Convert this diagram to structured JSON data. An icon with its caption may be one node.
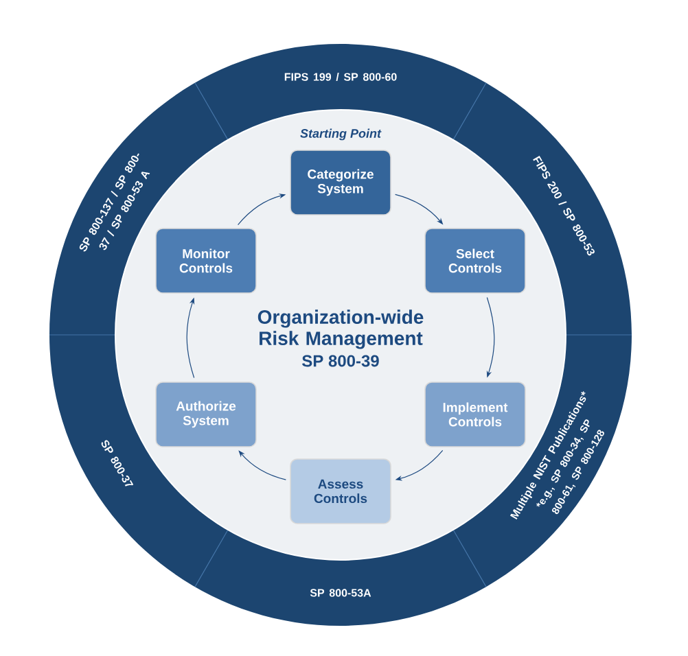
{
  "diagram": {
    "nodes": [
      {
        "text": [
          "FIPS 199 / SP 800-60"
        ]
      },
      {
        "text": [
          "FIPS 200 / SP 800-53"
        ]
      },
      {
        "text": [
          "Multiple NIST Publications*",
          "*e.g., SP 800-34, SP 800-61, SP 800-128"
        ]
      },
      {
        "text": [
          "SP 800-53A"
        ]
      },
      {
        "text": [
          "SP 800-37"
        ]
      },
      {
        "text": [
          "SP 800-137 / SP 800-37 / SP 800-53 A"
        ]
      },
      {
        "text": [
          "Organization-wide Risk Management",
          "SP 800-39"
        ]
      },
      {
        "text": [
          "Categorize System"
        ],
        "in": 6
      },
      {
        "text": [
          "Select Controls"
        ],
        "in": 6
      },
      {
        "text": [
          "Implement Controls"
        ],
        "in": 6
      },
      {
        "text": [
          "Assess Controls"
        ],
        "in": 6
      },
      {
        "text": [
          "Authorize System"
        ],
        "in": 6
      },
      {
        "text": [
          "Monitor Controls"
        ],
        "in": 6
      }
    ],
    "edges": [
      {
        "from": 7,
        "to": 8,
        "arrow": "to"
      },
      {
        "from": 8,
        "to": 9,
        "arrow": "to"
      },
      {
        "from": 9,
        "to": 10,
        "arrow": "to"
      },
      {
        "from": 10,
        "to": 11,
        "arrow": "to"
      },
      {
        "from": 11,
        "to": 12,
        "arrow": "to"
      },
      {
        "from": 12,
        "to": 7,
        "arrow": "to"
      }
    ],
    "labels": [
      "Starting Point"
    ]
  }
}
